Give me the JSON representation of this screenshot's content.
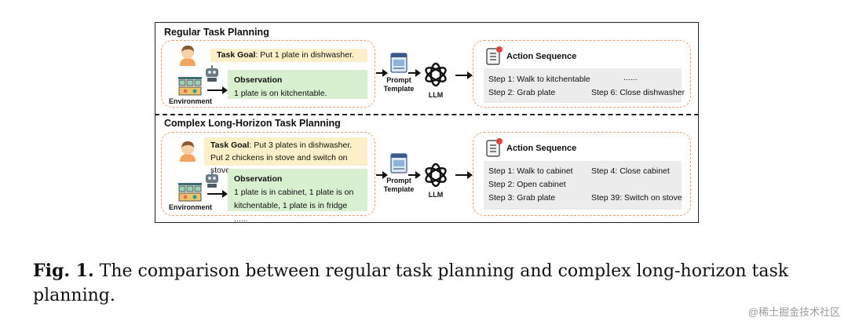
{
  "regular": {
    "title": "Regular Task Planning",
    "goal_label": "Task Goal",
    "goal_text": ": Put 1 plate in dishwasher.",
    "obs_label": "Observation",
    "obs_text": "1 plate is on kitchentable.",
    "env_label": "Environment",
    "prompt_label_1": "Prompt",
    "prompt_label_2": "Template",
    "llm_label": "LLM",
    "action_title": "Action Sequence",
    "steps": [
      "Step 1: Walk to kitchentable",
      "......",
      "Step 2: Grab plate",
      "Step 6: Close dishwasher"
    ]
  },
  "complex": {
    "title": "Complex Long-Horizon Task Planning",
    "goal_label": "Task Goal",
    "goal_text_1": ": Put 3 plates in dishwasher.",
    "goal_text_2": "Put 2 chickens in stove and switch on stove.",
    "obs_label": "Observation",
    "obs_line_1": "1 plate is in cabinet, 1 plate is on",
    "obs_line_2": "kitchentable, 1 plate is in fridge ......",
    "env_label": "Environment",
    "prompt_label_1": "Prompt",
    "prompt_label_2": "Template",
    "llm_label": "LLM",
    "action_title": "Action Sequence",
    "steps": [
      "Step 1: Walk to cabinet",
      "Step 4: Close cabinet",
      "Step 2: Open cabinet",
      "Step 3: Grab plate",
      "Step 39: Switch on stove"
    ]
  },
  "caption": {
    "prefix": "Fig. 1.",
    "text": " The comparison between regular task planning and complex long-horizon task planning."
  },
  "watermark": "@稀土掘金技术社区"
}
